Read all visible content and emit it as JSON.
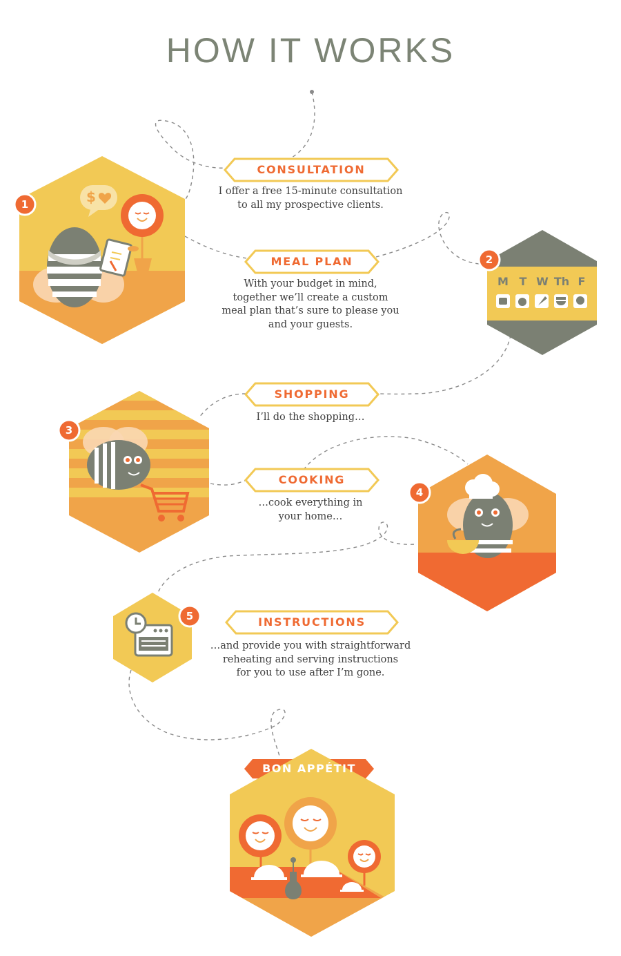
{
  "title": "HOW IT WORKS",
  "colors": {
    "yellow": "#f2c955",
    "orange": "#f0a449",
    "red_orange": "#f06a32",
    "gray": "#7b8073",
    "dark_text": "#3f3f3f"
  },
  "steps": [
    {
      "number": "1",
      "label": "CONSULTATION",
      "description": "I offer a free 15-minute consultation\nto all my prospective clients.",
      "bubble_text": "$"
    },
    {
      "number": "2",
      "label": "MEAL PLAN",
      "description": "With your budget in mind,\ntogether we’ll create a custom\nmeal plan that’s sure to please you\nand your guests.",
      "days": [
        "M",
        "T",
        "W",
        "Th",
        "F"
      ]
    },
    {
      "number": "3",
      "label": "SHOPPING",
      "description": "I’ll do the shopping…"
    },
    {
      "number": "4",
      "label": "COOKING",
      "description": "…cook everything in\nyour home…"
    },
    {
      "number": "5",
      "label": "INSTRUCTIONS",
      "description": "…and provide you with straightforward\nreheating and serving instructions\nfor you to use after I’m gone."
    }
  ],
  "final": {
    "label": "BON APPÉTIT"
  }
}
